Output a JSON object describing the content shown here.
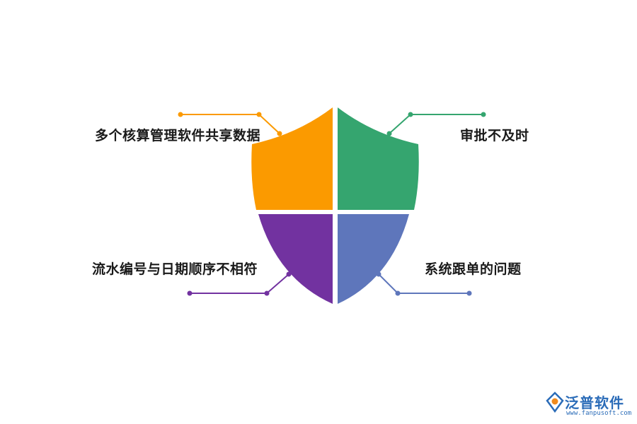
{
  "quadrants": [
    {
      "id": "tl",
      "label": "多个核算管理软件共享数据",
      "color": "#fb9a00"
    },
    {
      "id": "tr",
      "label": "审批不及时",
      "color": "#35a56f"
    },
    {
      "id": "bl",
      "label": "流水编号与日期顺序不相符",
      "color": "#7232a0"
    },
    {
      "id": "br",
      "label": "系统跟单的问题",
      "color": "#5e76bb"
    }
  ],
  "logo": {
    "name": "泛普软件",
    "url": "www.fanpusoft.com",
    "icon": "fanpu-logo-icon",
    "color": "#2b6cb8"
  }
}
